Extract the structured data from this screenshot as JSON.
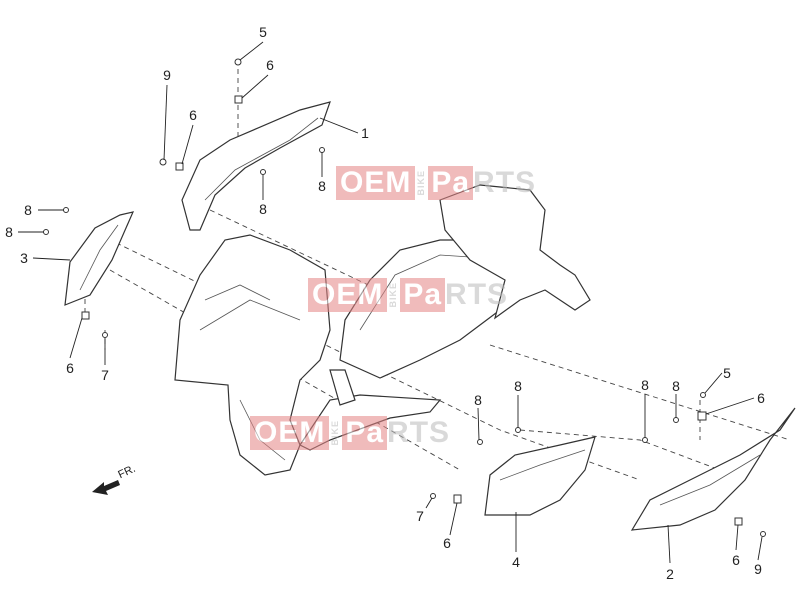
{
  "diagram": {
    "title": "Body panels exploded view",
    "callouts": [
      "5",
      "6",
      "9",
      "6",
      "1",
      "8",
      "8",
      "8",
      "8",
      "3",
      "6",
      "7",
      "8",
      "8",
      "8",
      "8",
      "5",
      "6",
      "7",
      "6",
      "4",
      "2",
      "6",
      "9"
    ],
    "direction_label": "FR."
  },
  "watermark": {
    "oem": "OEM",
    "bike": "BIKE",
    "pa": "Pa",
    "rts": "RTS"
  },
  "colors": {
    "line": "#333333",
    "watermark": "#e58585"
  }
}
